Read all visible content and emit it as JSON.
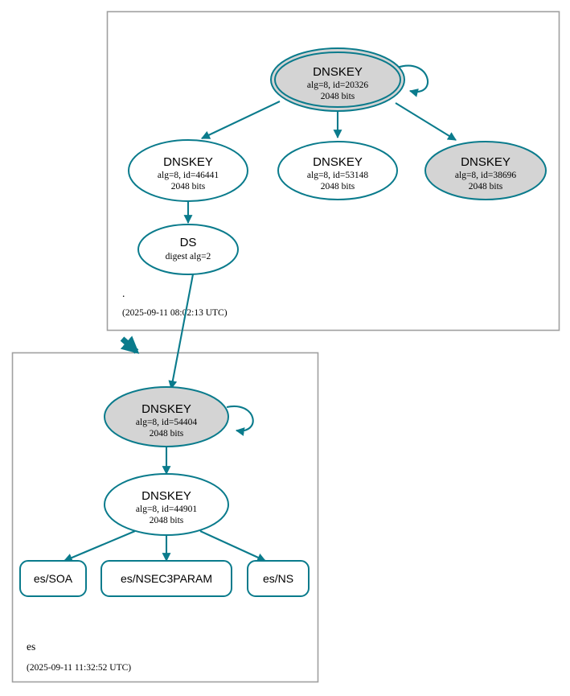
{
  "diagram": {
    "kind": "dnssec-trust-chain",
    "accent_color": "#0a7b8c",
    "secure_fill_color": "#d4d4d4",
    "insecure_fill_color": "#ffffff",
    "zone_border_color": "#a0a0a0"
  },
  "zones": [
    {
      "id": "root",
      "name": ".",
      "timestamp": "(2025-09-11 08:02:13 UTC)"
    },
    {
      "id": "es",
      "name": "es",
      "timestamp": "(2025-09-11 11:32:52 UTC)"
    }
  ],
  "nodes": {
    "root_ksk": {
      "type": "DNSKEY",
      "title": "DNSKEY",
      "params": "alg=8, id=20326",
      "size": "2048 bits",
      "shape": "doubleellipse",
      "fill": "gray",
      "self_signed": true
    },
    "root_zsk_46441": {
      "type": "DNSKEY",
      "title": "DNSKEY",
      "params": "alg=8, id=46441",
      "size": "2048 bits",
      "shape": "ellipse",
      "fill": "white",
      "self_signed": false
    },
    "root_zsk_53148": {
      "type": "DNSKEY",
      "title": "DNSKEY",
      "params": "alg=8, id=53148",
      "size": "2048 bits",
      "shape": "ellipse",
      "fill": "white",
      "self_signed": false
    },
    "root_zsk_38696": {
      "type": "DNSKEY",
      "title": "DNSKEY",
      "params": "alg=8, id=38696",
      "size": "2048 bits",
      "shape": "ellipse",
      "fill": "gray",
      "self_signed": false
    },
    "ds_es": {
      "type": "DS",
      "title": "DS",
      "params": "digest alg=2",
      "size": "",
      "shape": "ellipse",
      "fill": "white",
      "self_signed": false
    },
    "es_ksk": {
      "type": "DNSKEY",
      "title": "DNSKEY",
      "params": "alg=8, id=54404",
      "size": "2048 bits",
      "shape": "ellipse",
      "fill": "gray",
      "self_signed": true
    },
    "es_zsk": {
      "type": "DNSKEY",
      "title": "DNSKEY",
      "params": "alg=8, id=44901",
      "size": "2048 bits",
      "shape": "ellipse",
      "fill": "white",
      "self_signed": false
    },
    "es_soa": {
      "type": "RRSET",
      "label": "es/SOA",
      "shape": "rect"
    },
    "es_nsec3param": {
      "type": "RRSET",
      "label": "es/NSEC3PARAM",
      "shape": "rect"
    },
    "es_ns": {
      "type": "RRSET",
      "label": "es/NS",
      "shape": "rect"
    }
  }
}
